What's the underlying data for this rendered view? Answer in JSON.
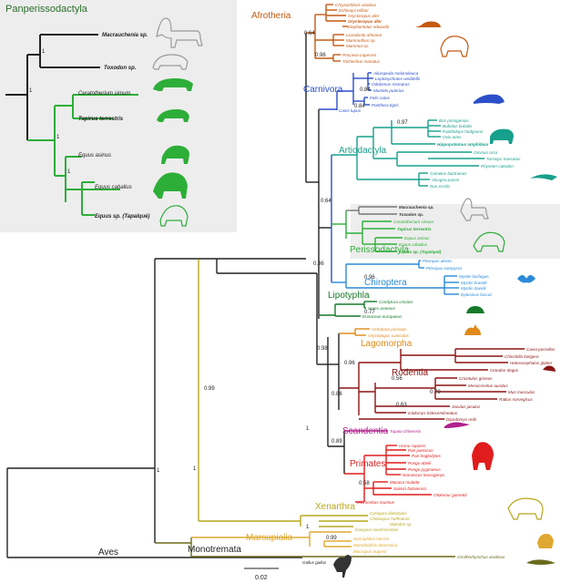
{
  "inset": {
    "title": "Panperissodactyla",
    "tips": [
      {
        "name": "Macrauchenia sp.",
        "bold": true,
        "color": "#222222"
      },
      {
        "name": "Toxodon sp.",
        "bold": true,
        "color": "#222222"
      },
      {
        "name": "Ceratotherium simum",
        "bold": false,
        "color": "#222222"
      },
      {
        "name": "Tapirus terrestris",
        "bold": true,
        "color": "#222222"
      },
      {
        "name": "Equus asinus",
        "bold": false,
        "color": "#222222"
      },
      {
        "name": "Equus caballus",
        "bold": false,
        "color": "#222222"
      },
      {
        "name": "Equus sp. (Tapalqué)",
        "bold": true,
        "color": "#222222"
      }
    ],
    "supports": [
      "1",
      "1",
      "1",
      "1"
    ]
  },
  "clades": [
    {
      "key": "afrotheria",
      "label": "Afrotheria",
      "color": "#c45a12"
    },
    {
      "key": "carnivora",
      "label": "Carnivora",
      "color": "#2b4fc8"
    },
    {
      "key": "artiodactyla",
      "label": "Artiodactyla",
      "color": "#17a08c"
    },
    {
      "key": "perissodactyla",
      "label": "Perissodactyla",
      "color": "#2dae38"
    },
    {
      "key": "chiroptera",
      "label": "Chiroptera",
      "color": "#2a8ad8"
    },
    {
      "key": "lipotyphla",
      "label": "Lipotyphla",
      "color": "#157a2a"
    },
    {
      "key": "lagomorpha",
      "label": "Lagomorpha",
      "color": "#e08a1c"
    },
    {
      "key": "rodentia",
      "label": "Rodentia",
      "color": "#8c1414"
    },
    {
      "key": "scandentia",
      "label": "Scandentia",
      "color": "#b0208c"
    },
    {
      "key": "primates",
      "label": "Primates",
      "color": "#e01c1c"
    },
    {
      "key": "xenarthra",
      "label": "Xenarthra",
      "color": "#b8a81c"
    },
    {
      "key": "marsupialia",
      "label": "Marsupialia",
      "color": "#e0a830"
    },
    {
      "key": "monotremata",
      "label": "Monotremata",
      "color": "#222222"
    },
    {
      "key": "aves",
      "label": "Aves",
      "color": "#222222"
    }
  ],
  "tips": [
    {
      "name": "Chrysochloris asiatica",
      "color": "#c45a12",
      "bold": false
    },
    {
      "name": "Echinops telfairi",
      "color": "#c45a12",
      "bold": false
    },
    {
      "name": "Orycteropus afer",
      "color": "#c45a12",
      "bold": false
    },
    {
      "name": "Orycteropus afer",
      "color": "#c45a12",
      "bold": true
    },
    {
      "name": "Elephantulus edwardii",
      "color": "#c45a12",
      "bold": false
    },
    {
      "name": "Loxodonta africana",
      "color": "#c45a12",
      "bold": false
    },
    {
      "name": "Mammuthus sp.",
      "color": "#c45a12",
      "bold": false
    },
    {
      "name": "Mammut sp.",
      "color": "#c45a12",
      "bold": false
    },
    {
      "name": "Procavia capensis",
      "color": "#c45a12",
      "bold": false
    },
    {
      "name": "Trichechus manatus",
      "color": "#c45a12",
      "bold": false
    },
    {
      "name": "Ailuropoda melanoleuca",
      "color": "#2b4fc8",
      "bold": false
    },
    {
      "name": "Leptonychotes weddellii",
      "color": "#2b4fc8",
      "bold": false
    },
    {
      "name": "Odobenus rosmarus",
      "color": "#2b4fc8",
      "bold": false
    },
    {
      "name": "Mustela putorius",
      "color": "#2b4fc8",
      "bold": false
    },
    {
      "name": "Felis catus",
      "color": "#2b4fc8",
      "bold": false
    },
    {
      "name": "Panthera tigris",
      "color": "#2b4fc8",
      "bold": false
    },
    {
      "name": "Canis lupus",
      "color": "#2b4fc8",
      "bold": false
    },
    {
      "name": "Bos primigenius",
      "color": "#17a08c",
      "bold": false
    },
    {
      "name": "Bubalus bubalis",
      "color": "#17a08c",
      "bold": false
    },
    {
      "name": "Pantholops hodgsonii",
      "color": "#17a08c",
      "bold": false
    },
    {
      "name": "Ovis aries",
      "color": "#17a08c",
      "bold": false
    },
    {
      "name": "Hippopotamus amphibius",
      "color": "#17a08c",
      "bold": true
    },
    {
      "name": "Orcinus orca",
      "color": "#17a08c",
      "bold": false
    },
    {
      "name": "Tursiops truncatus",
      "color": "#17a08c",
      "bold": false
    },
    {
      "name": "Physeter catodon",
      "color": "#17a08c",
      "bold": false
    },
    {
      "name": "Camelus bactrianus",
      "color": "#17a08c",
      "bold": false
    },
    {
      "name": "Vicugna pacos",
      "color": "#17a08c",
      "bold": false
    },
    {
      "name": "Sus scrofa",
      "color": "#17a08c",
      "bold": false
    },
    {
      "name": "Macrauchenia sp.",
      "color": "#333333",
      "bold": true
    },
    {
      "name": "Toxodon sp.",
      "color": "#333333",
      "bold": true
    },
    {
      "name": "Ceratotherium simum",
      "color": "#2dae38",
      "bold": false
    },
    {
      "name": "Tapirus terrestris",
      "color": "#2dae38",
      "bold": true
    },
    {
      "name": "Equus asinus",
      "color": "#2dae38",
      "bold": false
    },
    {
      "name": "Equus caballus",
      "color": "#2dae38",
      "bold": false
    },
    {
      "name": "Equus sp. (Tapalqué)",
      "color": "#2dae38",
      "bold": true
    },
    {
      "name": "Pteropus alecto",
      "color": "#2a8ad8",
      "bold": false
    },
    {
      "name": "Pteropus vampyrus",
      "color": "#2a8ad8",
      "bold": false
    },
    {
      "name": "Myotis lucifugus",
      "color": "#2a8ad8",
      "bold": false
    },
    {
      "name": "Myotis brandti",
      "color": "#2a8ad8",
      "bold": false
    },
    {
      "name": "Myotis davidii",
      "color": "#2a8ad8",
      "bold": false
    },
    {
      "name": "Eptesicus fuscus",
      "color": "#2a8ad8",
      "bold": false
    },
    {
      "name": "Condylura cristata",
      "color": "#157a2a",
      "bold": false
    },
    {
      "name": "Sorex araneus",
      "color": "#157a2a",
      "bold": false
    },
    {
      "name": "Erinaceus europaeus",
      "color": "#157a2a",
      "bold": false
    },
    {
      "name": "Ochotona princeps",
      "color": "#e08a1c",
      "bold": false
    },
    {
      "name": "Oryctolagus cuniculus",
      "color": "#e08a1c",
      "bold": false
    },
    {
      "name": "Cavia porcellus",
      "color": "#8c1414",
      "bold": false
    },
    {
      "name": "Chinchilla lanigera",
      "color": "#8c1414",
      "bold": false
    },
    {
      "name": "Heterocephalus glaber",
      "color": "#8c1414",
      "bold": false
    },
    {
      "name": "Octodon degus",
      "color": "#8c1414",
      "bold": false
    },
    {
      "name": "Cricetulus griseus",
      "color": "#8c1414",
      "bold": false
    },
    {
      "name": "Mesocricetus auratus",
      "color": "#8c1414",
      "bold": false
    },
    {
      "name": "Mus musculus",
      "color": "#8c1414",
      "bold": false
    },
    {
      "name": "Rattus norvegicus",
      "color": "#8c1414",
      "bold": false
    },
    {
      "name": "Jaculus jaculus",
      "color": "#8c1414",
      "bold": false
    },
    {
      "name": "Ictidomys tridecemlineatus",
      "color": "#8c1414",
      "bold": false
    },
    {
      "name": "Dipodomys ordii",
      "color": "#8c1414",
      "bold": false
    },
    {
      "name": "Tupaia chinensis",
      "color": "#b0208c",
      "bold": false
    },
    {
      "name": "Homo sapiens",
      "color": "#e01c1c",
      "bold": false
    },
    {
      "name": "Pan paniscus",
      "color": "#e01c1c",
      "bold": false
    },
    {
      "name": "Pan troglodytes",
      "color": "#e01c1c",
      "bold": false
    },
    {
      "name": "Pongo abelii",
      "color": "#e01c1c",
      "bold": false
    },
    {
      "name": "Pongo pygmaeus",
      "color": "#e01c1c",
      "bold": false
    },
    {
      "name": "Nomascus leucogenys",
      "color": "#e01c1c",
      "bold": false
    },
    {
      "name": "Macaca mulatta",
      "color": "#e01c1c",
      "bold": false
    },
    {
      "name": "Saimiri boliviensis",
      "color": "#e01c1c",
      "bold": false
    },
    {
      "name": "Otolemur garnettii",
      "color": "#e01c1c",
      "bold": false
    },
    {
      "name": "Microcebus murinus",
      "color": "#e01c1c",
      "bold": false
    },
    {
      "name": "Cyclopes didactylus",
      "color": "#b8a81c",
      "bold": false
    },
    {
      "name": "Choloepus hoffmanni",
      "color": "#b8a81c",
      "bold": false
    },
    {
      "name": "Mylodon sp.",
      "color": "#b8a81c",
      "bold": false
    },
    {
      "name": "Dasypus novemcinctus",
      "color": "#b8a81c",
      "bold": false
    },
    {
      "name": "Sarcophilus harrisii",
      "color": "#e0a830",
      "bold": false
    },
    {
      "name": "Monodelphis domestica",
      "color": "#e0a830",
      "bold": false
    },
    {
      "name": "Macropus eugenii",
      "color": "#e0a830",
      "bold": false
    },
    {
      "name": "Ornithorhynchus anatinus",
      "color": "#6a6a1c",
      "bold": false
    },
    {
      "name": "Gallus gallus",
      "color": "#222222",
      "bold": false
    }
  ],
  "supports": {
    "afro1": "0.64",
    "afro2": "0.96",
    "carn1": "0.84",
    "carn2": "0.84",
    "art1": "0.97",
    "root_laur": "0.64",
    "laur2": "0.86",
    "chir1": "0.96",
    "lipo1": "0.77",
    "euarch": "0.98",
    "glires": "0.96",
    "rod1": "0.56",
    "rod2": "0.79",
    "rod3": "0.63",
    "scand": "0.86",
    "prim_root": "0.89",
    "prim1": "0.58",
    "boreo": "0.99",
    "mars1": "0.99",
    "one_a": "1",
    "one_b": "1",
    "one_c": "1",
    "one_d": "1"
  },
  "scale": {
    "label": "0.02"
  }
}
